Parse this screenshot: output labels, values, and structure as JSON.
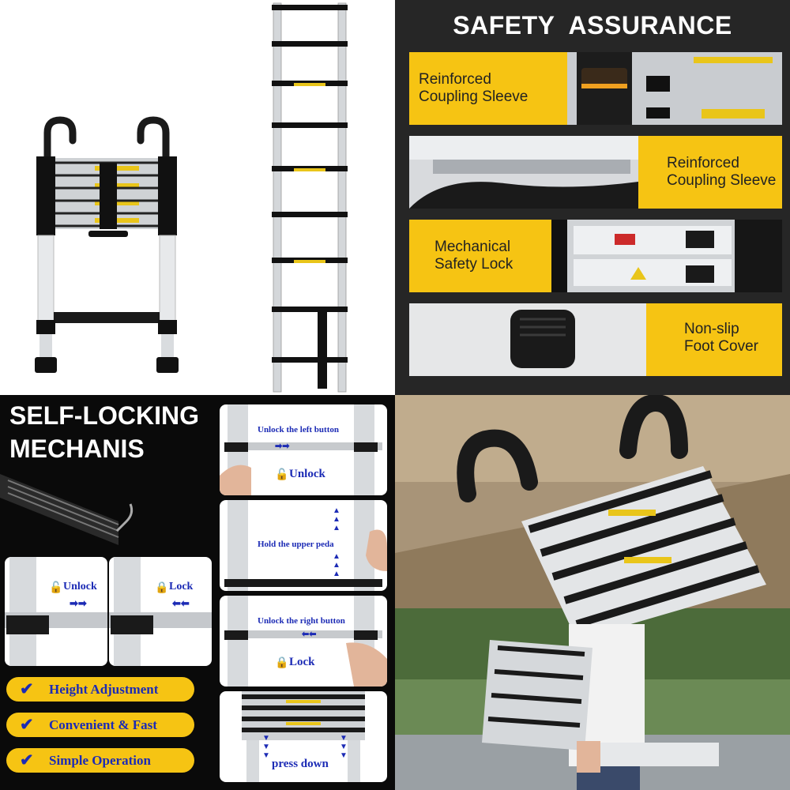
{
  "panels": {
    "product_photos": {
      "label": "Telescoping ladder product photos"
    },
    "safety": {
      "title": "SAFETY  ASSURANCE",
      "features": [
        {
          "label": "Reinforced\nCoupling Sleeve"
        },
        {
          "label": "Reinforced\nCoupling Sleeve"
        },
        {
          "label": "Mechanical\nSafety Lock"
        },
        {
          "label": "Non-slip\nFoot Cover"
        }
      ]
    },
    "self_locking": {
      "title_line1": "SELF-LOCKING",
      "title_line2": "MECHANIS",
      "unlock_card": {
        "label": "Unlock",
        "arrows": "➡➡"
      },
      "lock_card": {
        "label": "Lock",
        "arrows": "⬅⬅"
      },
      "benefits": [
        "Height Adjustment",
        "Convenient & Fast",
        "Simple Operation"
      ],
      "steps": [
        {
          "caption": "Unlock the left button",
          "sub": "Unlock"
        },
        {
          "caption": "Hold the upper peda"
        },
        {
          "caption": "Unlock the right button",
          "sub": "Lock"
        },
        {
          "caption": "press down"
        }
      ]
    },
    "lifestyle": {
      "label": "Ladder carried outdoors"
    }
  },
  "colors": {
    "accent_yellow": "#f6c413",
    "instruction_blue": "#1c2bb5",
    "dark_bg": "#262626"
  },
  "icons": [
    "checkmark-icon",
    "padlock-icon",
    "arrow-right-icon",
    "arrow-left-icon",
    "arrow-up-icon",
    "arrow-down-icon"
  ]
}
